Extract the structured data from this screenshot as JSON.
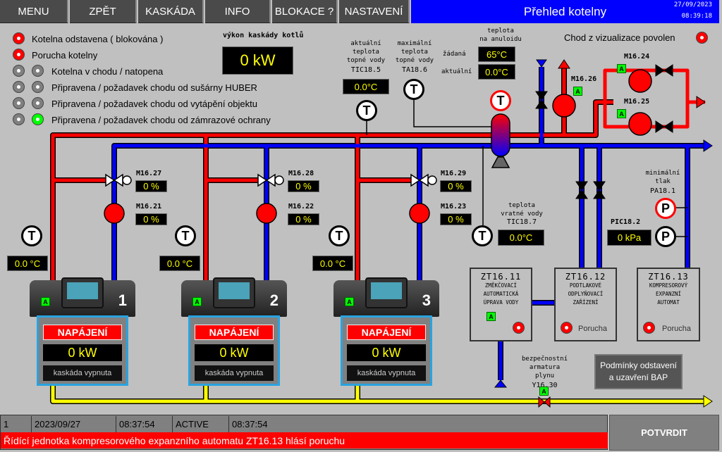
{
  "nav": {
    "menu": "MENU",
    "back": "ZPĚT",
    "cascade": "KASKÁDA",
    "info": "INFO",
    "blocks": "BLOKACE ?",
    "settings": "NASTAVENÍ"
  },
  "header": {
    "title": "Přehled kotelny",
    "date": "27/09/2023",
    "time": "08:39:18"
  },
  "legend": [
    {
      "label": "Kotelna odstavena ( blokována )",
      "lamps": [
        "red"
      ]
    },
    {
      "label": "Porucha kotelny",
      "lamps": [
        "red"
      ]
    },
    {
      "label": "Kotelna v chodu / natopena",
      "lamps": [
        "grey",
        "grey"
      ]
    },
    {
      "label": "Připravena / požadavek chodu od sušárny HUBER",
      "lamps": [
        "grey",
        "grey"
      ]
    },
    {
      "label": "Připravena / požadavek chodu od vytápění objektu",
      "lamps": [
        "grey",
        "grey"
      ]
    },
    {
      "label": "Připravena / požadavek chodu od zámrazové ochrany",
      "lamps": [
        "grey",
        "green"
      ]
    }
  ],
  "cascade_power": {
    "label": "výkon kaskády kotlů",
    "value": "0 kW"
  },
  "tic185": {
    "l1": "aktuální",
    "l2": "teplota",
    "l3": "topné vody",
    "tag": "TIC18.5",
    "value": "0.0°C"
  },
  "ta186": {
    "l1": "maximální",
    "l2": "teplota",
    "l3": "topné vody",
    "tag": "TA18.6"
  },
  "anuloid": {
    "l1": "teplota",
    "l2": "na anuloidu",
    "setpoint_label": "žádaná",
    "setpoint": "65°C",
    "actual_label": "aktuální",
    "actual": "0.0°C"
  },
  "viz_enable": {
    "label": "Chod z vizualizace povolen",
    "state": "red"
  },
  "pumps": {
    "m1624": "M16.24",
    "m1625": "M16.25",
    "m1626": "M16.26",
    "auto": "A"
  },
  "sensor_T": "T",
  "sensor_P": "P",
  "boilers": [
    {
      "num": "1",
      "valve": "M16.27",
      "valve_val": "0 %",
      "pump": "M16.21",
      "pump_val": "0 %",
      "temp": "0.0 °C",
      "status": "NAPÁJENÍ",
      "power": "0 kW",
      "cascade": "kaskáda vypnuta"
    },
    {
      "num": "2",
      "valve": "M16.28",
      "valve_val": "0 %",
      "pump": "M16.22",
      "pump_val": "0 %",
      "temp": "0.0 °C",
      "status": "NAPÁJENÍ",
      "power": "0 kW",
      "cascade": "kaskáda vypnuta"
    },
    {
      "num": "3",
      "valve": "M16.29",
      "valve_val": "0 %",
      "pump": "M16.23",
      "pump_val": "0 %",
      "temp": "0.0 °C",
      "status": "NAPÁJENÍ",
      "power": "0 kW",
      "cascade": "kaskáda vypnuta"
    }
  ],
  "tic187": {
    "l1": "teplota",
    "l2": "vratné vody",
    "tag": "TIC18.7",
    "value": "0.0°C"
  },
  "pa181": {
    "l1": "minimální",
    "l2": "tlak",
    "tag": "PA18.1"
  },
  "pic182": {
    "tag": "PIC18.2",
    "value": "0 kPa"
  },
  "zt": [
    {
      "tag": "ZT16.11",
      "d1": "ZMĚKČOVACÍ",
      "d2": "AUTOMATICKÁ",
      "d3": "ÚPRAVA VODY"
    },
    {
      "tag": "ZT16.12",
      "d1": "PODTLAKOVÉ",
      "d2": "ODPLYŇOVACÍ",
      "d3": "ZAŘÍZENÍ",
      "fault": "Porucha"
    },
    {
      "tag": "ZT16.13",
      "d1": "KOMPRESOROVÝ",
      "d2": "EXPANZNÍ",
      "d3": "AUTOMAT",
      "fault": "Porucha"
    }
  ],
  "gas_valve": {
    "l1": "bezpečnostní",
    "l2": "armatura plynu",
    "tag": "Y16.30"
  },
  "bap_button": {
    "l1": "Podmínky odstavení",
    "l2": "a uzavření BAP"
  },
  "alarm": {
    "id": "1",
    "date": "2023/09/27",
    "time": "08:37:54",
    "state": "ACTIVE",
    "time2": "08:37:54",
    "message": "Řídící jednotka kompresorového expanzního automatu ZT16.13 hlásí poruchu",
    "ack": "POTVRDIT"
  },
  "colors": {
    "hot": "#ff0000",
    "cold": "#0000ff",
    "gas": "#ffff00",
    "title": "#0000ff"
  }
}
